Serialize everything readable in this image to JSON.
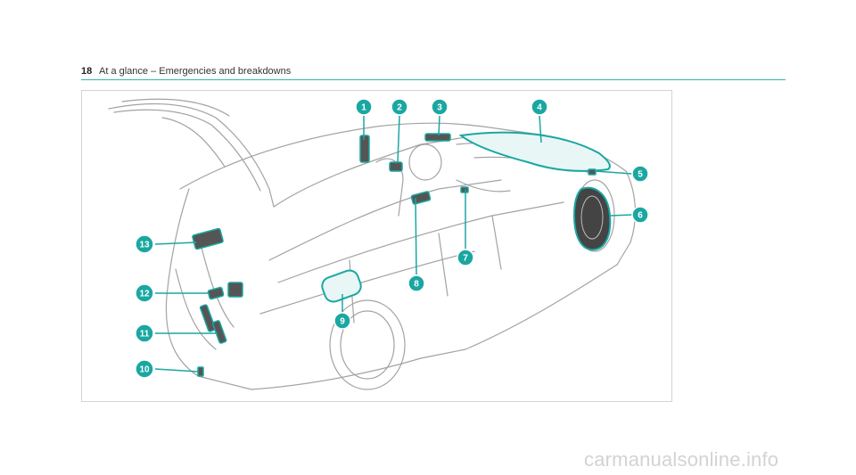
{
  "header": {
    "page_number": "18",
    "title": "At a glance – Emergencies and breakdowns"
  },
  "illustration": {
    "callouts": [
      "1",
      "2",
      "3",
      "4",
      "5",
      "6",
      "7",
      "8",
      "9",
      "10",
      "11",
      "12",
      "13"
    ]
  },
  "watermark": "carmanualsonline.info",
  "colors": {
    "accent": "#2fb8b0",
    "callout_fill": "#1aa7a2",
    "line_art": "#9a9a9a"
  }
}
